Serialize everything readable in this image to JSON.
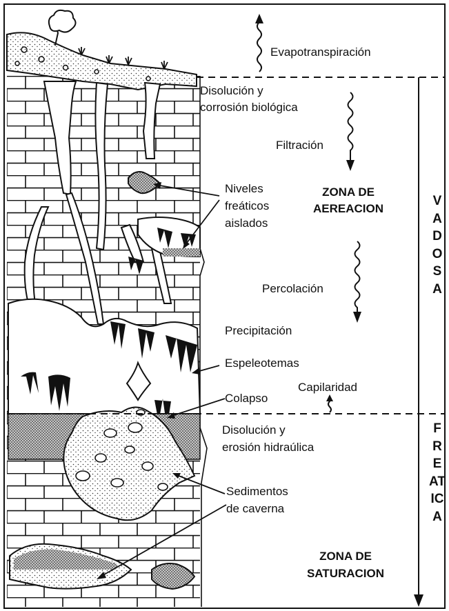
{
  "labels": {
    "evapotranspiracion": "Evapotranspiración",
    "disolucion_line1": "Disolución y",
    "disolucion_line2": "corrosión biológica",
    "filtracion": "Filtración",
    "niveles_line1": "Niveles",
    "niveles_line2": "freáticos",
    "niveles_line3": "aislados",
    "percolacion": "Percolación",
    "precipitacion": "Precipitación",
    "espeleotemas": "Espeleotemas",
    "capilaridad": "Capilaridad",
    "colapso": "Colapso",
    "erosion_line1": "Disolución  y",
    "erosion_line2": "erosión hidraúlica",
    "sedimentos_line1": "Sedimentos",
    "sedimentos_line2": "de caverna"
  },
  "zones": {
    "aeracion_line1": "ZONA  DE",
    "aeracion_line2": "AEREACION",
    "saturacion_line1": "ZONA  DE",
    "saturacion_line2": "SATURACION",
    "vadosa": "VADOSA",
    "freatica": "FREATICA"
  },
  "colors": {
    "ink": "#111111",
    "paper": "#ffffff",
    "stipple": "#888888"
  }
}
